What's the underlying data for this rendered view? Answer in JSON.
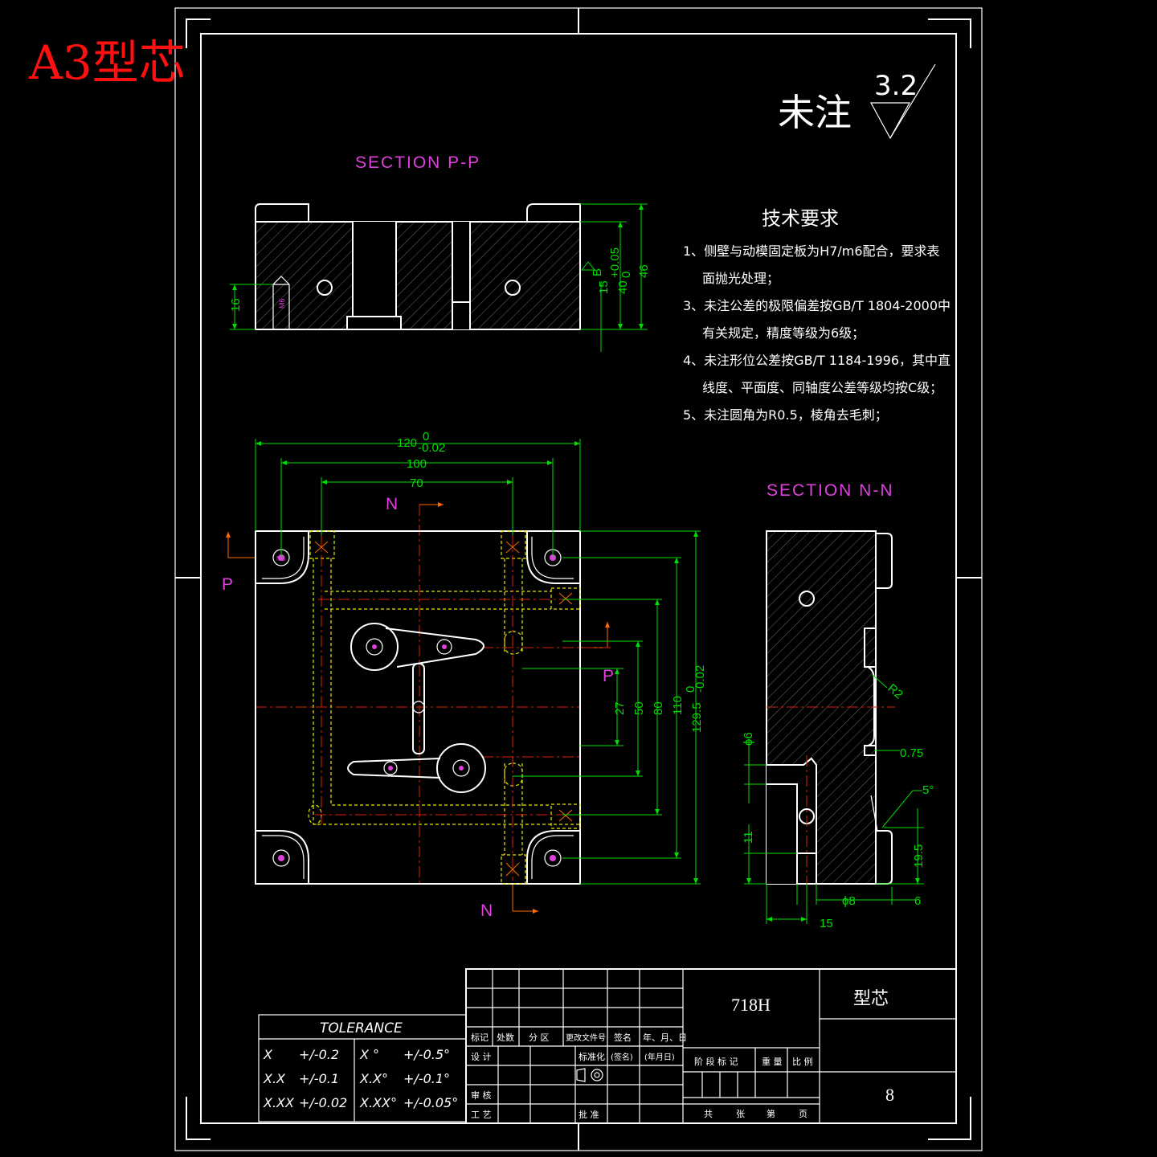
{
  "sheet_label": "A3型芯",
  "surface_note": {
    "text": "未注",
    "roughness": "3.2"
  },
  "sections": {
    "pp": {
      "title": "SECTION P-P",
      "hole_callout": "M6",
      "datum_tag": "B"
    },
    "nn": {
      "title": "SECTION N-N"
    }
  },
  "tech_requirements": {
    "title": "技术要求",
    "lines": [
      "1、侧壁与动模固定板为H7/m6配合，要求表",
      "面抛光处理；",
      "3、未注公差的极限偏差按GB/T 1804-2000中",
      "有关规定，精度等级为6级；",
      "4、未注形位公差按GB/T 1184-1996，其中直",
      "线度、平面度、同轴度公差等级均按C级；",
      "5、未注圆角为R0.5，棱角去毛刺；"
    ]
  },
  "plan_view": {
    "section_labels": {
      "n_top": "N",
      "n_bottom": "N",
      "p_left": "P",
      "p_right": "P"
    },
    "hole_callout": "M6"
  },
  "dimensions": {
    "pp": {
      "d16": "16",
      "d15": "15",
      "d40": "40",
      "d40_tol_upper": "+0.05",
      "d40_tol_lower": "0",
      "d46": "46"
    },
    "plan": {
      "d120": "120",
      "d120_tol_upper": "0",
      "d120_tol_lower": "-0.02",
      "d100": "100",
      "d70": "70",
      "d27": "27",
      "d50": "50",
      "d80": "80",
      "d110": "110",
      "d129_5": "129.5",
      "d129_5_tol_upper": "0",
      "d129_5_tol_lower": "-0.02"
    },
    "nn": {
      "r2": "R2",
      "phi6": "ϕ6",
      "d0_75": "0.75",
      "angle5": "5°",
      "d11": "11",
      "d19_5": "19.5",
      "phi8": "ϕ8",
      "d6": "6",
      "d15": "15"
    }
  },
  "tolerance_table": {
    "title": "TOLERANCE",
    "rows": [
      [
        "X",
        "+/-0.2",
        "X °",
        "+/-0.5°"
      ],
      [
        "X.X",
        "+/-0.1",
        "X.X°",
        "+/-0.1°"
      ],
      [
        "X.XX",
        "+/-0.02",
        "X.XX°",
        "+/-0.05°"
      ]
    ]
  },
  "title_block": {
    "material": "718H",
    "part_name": "型芯",
    "sheet_number": "8",
    "headers": [
      "标记",
      "处数",
      "分 区",
      "更改文件号",
      "签名",
      "年、月、日"
    ],
    "design_row": {
      "design": "设 计",
      "standardize": "标准化",
      "signature": "(签名)",
      "date": "(年月日)"
    },
    "review": "审 核",
    "process": "工 艺",
    "approve": "批 准",
    "stage_headers": [
      "阶 段 标 记",
      "重 量",
      "比 例"
    ],
    "sheet_info": [
      "共",
      "张",
      "第",
      "页"
    ]
  }
}
